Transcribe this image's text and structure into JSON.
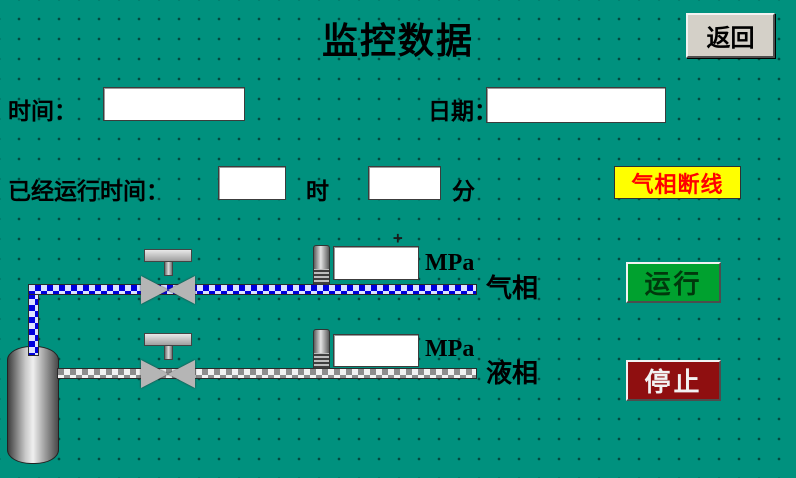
{
  "header": {
    "title": "监控数据",
    "back_label": "返回"
  },
  "info": {
    "time_label": "时间：",
    "time_value": "",
    "date_label": "日期：",
    "date_value": "",
    "runtime_label": "已经运行时间：",
    "runtime_hours": "",
    "hours_unit": "时",
    "runtime_minutes": "",
    "minutes_unit": "分"
  },
  "alarm": {
    "label": "气相断线",
    "bg": "#ffff00",
    "text_color": "#ff0000"
  },
  "gas_line": {
    "pressure_value": "",
    "unit": "MPa",
    "label": "气相",
    "pipe_color": "#0000dd"
  },
  "liquid_line": {
    "pressure_value": "",
    "unit": "MPa",
    "label": "液相",
    "pipe_color": "#d8d8d8"
  },
  "controls": {
    "run_label": "运行",
    "run_bg": "#00a12f",
    "stop_label": "停止",
    "stop_bg": "#8f0f10"
  },
  "marks": {
    "cursor_plus": "+"
  },
  "colors": {
    "background": "#00917e"
  }
}
